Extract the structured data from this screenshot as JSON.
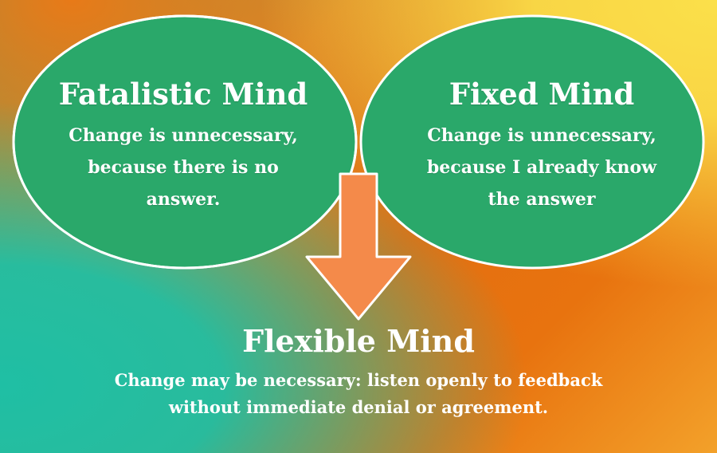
{
  "colors": {
    "circle_fill": "#2aa86a",
    "circle_stroke": "#ffffff",
    "arrow_fill": "#f48a4a",
    "arrow_stroke": "#ffffff",
    "text": "#ffffff"
  },
  "left_circle": {
    "title": "Fatalistic Mind",
    "text": "Change is unnecessary,\nbecause there is no\nanswer."
  },
  "right_circle": {
    "title": "Fixed Mind",
    "text": "Change is unnecessary,\nbecause I already know\nthe answer"
  },
  "bottom": {
    "title": "Flexible Mind",
    "text": "Change may be necessary: listen openly to feedback\nwithout immediate denial or agreement."
  },
  "arrow": {
    "direction": "down"
  }
}
